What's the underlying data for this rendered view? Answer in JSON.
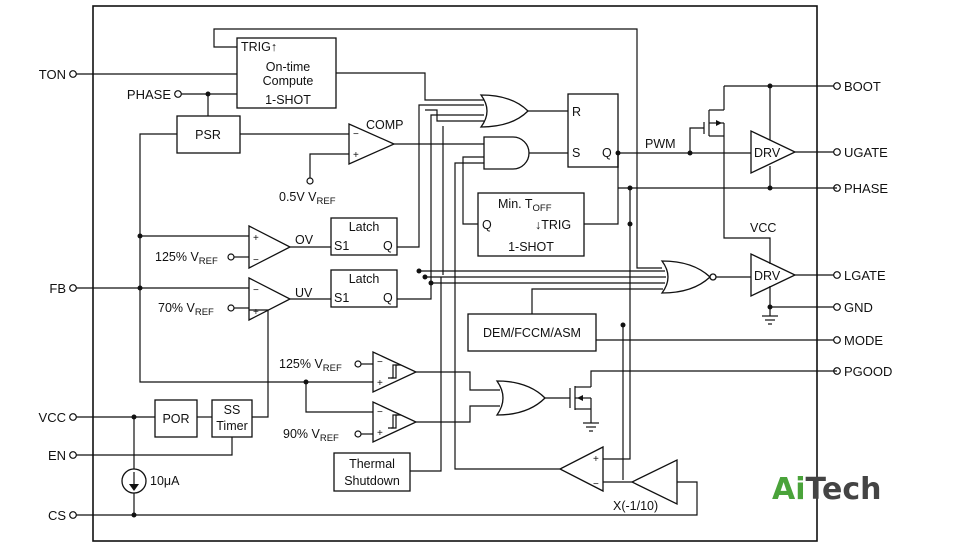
{
  "pins": {
    "ton": "TON",
    "phase_in": "PHASE",
    "fb": "FB",
    "vcc": "VCC",
    "en": "EN",
    "cs": "CS",
    "boot": "BOOT",
    "ugate": "UGATE",
    "phase_out": "PHASE",
    "lgate": "LGATE",
    "gnd": "GND",
    "mode": "MODE",
    "pgood": "PGOOD"
  },
  "blocks": {
    "ontime_trig": "TRIG↑",
    "ontime_line1": "On-time",
    "ontime_line2": "Compute",
    "ontime_line3": "1-SHOT",
    "psr": "PSR",
    "comp": "COMP",
    "ref_comp": "0.5V V",
    "ref_sub": "REF",
    "latch1": "Latch",
    "latch2": "Latch",
    "s1": "S1",
    "q": "Q",
    "ov": "OV",
    "uv": "UV",
    "ref_ov": "125% V",
    "ref_uv": "70% V",
    "ref_pg_high": "125% V",
    "ref_pg_low": "90% V",
    "sr_r": "R",
    "sr_s": "S",
    "sr_q": "Q",
    "pwm": "PWM",
    "mintoff_line1": "Min. T",
    "mintoff_sub": "OFF",
    "mintoff_q": "Q",
    "mintoff_trig": "↓TRIG",
    "mintoff_line2": "1-SHOT",
    "drv_high": "DRV",
    "drv_low": "DRV",
    "vcc_label": "VCC",
    "dem": "DEM/FCCM/ASM",
    "por": "POR",
    "ss_line1": "SS",
    "ss_line2": "Timer",
    "thermal_line1": "Thermal",
    "thermal_line2": "Shutdown",
    "current_source": "10μA",
    "gain": "X(-1/10)"
  },
  "logo": {
    "part1": "Ai",
    "part2": "Tech"
  }
}
